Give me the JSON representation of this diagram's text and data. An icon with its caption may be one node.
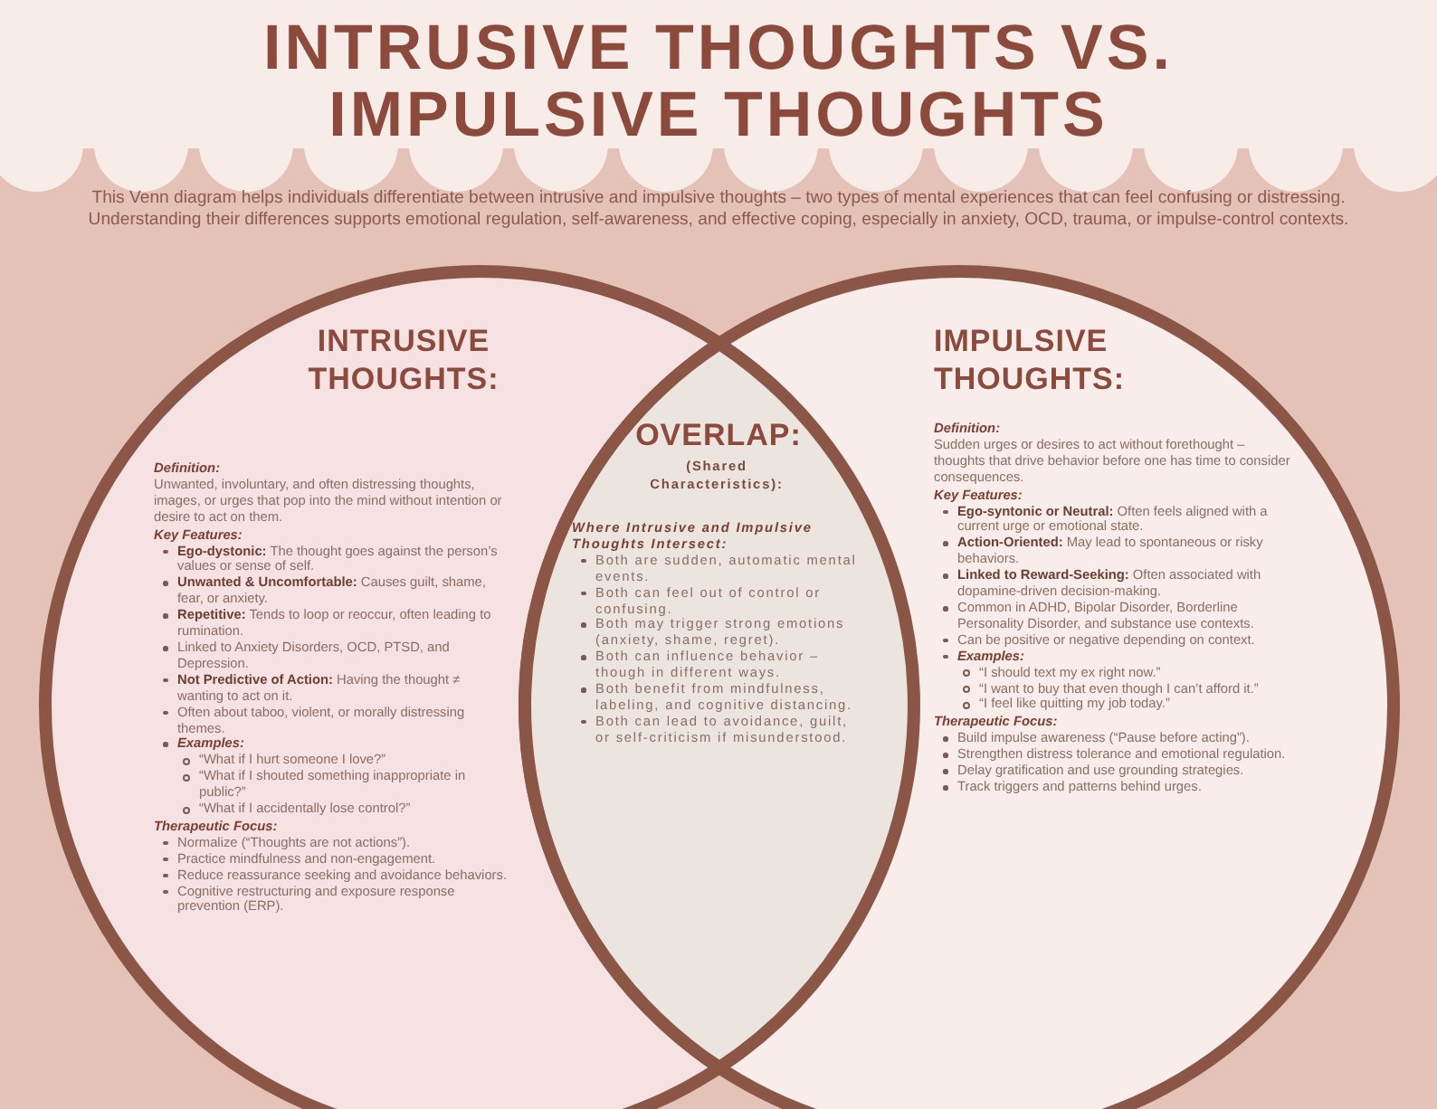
{
  "diagram": {
    "title": "INTRUSIVE THOUGHTS VS. IMPULSIVE THOUGHTS",
    "nodes": [
      {
        "text": [
          "INTRUSIVE THOUGHTS:",
          "Definition:",
          "Unwanted, involuntary, and often distressing thoughts, images, or urges that pop into the mind without intention or desire to act on them.",
          "Key Features:",
          "**Ego-dystonic:** The thought goes against the person’s values or sense of self.",
          "**Unwanted & Uncomfortable:** Causes guilt, shame, fear, or anxiety.",
          "**Repetitive:** Tends to loop or reoccur, often leading to rumination.",
          "Linked to Anxiety Disorders, OCD, PTSD, and Depression.",
          "**Not Predictive of Action:** Having the thought ≠ wanting to act on it.",
          "Often about taboo, violent, or morally distressing themes.",
          "Examples:",
          "“What if I hurt someone I love?”",
          "“What if I shouted something inappropriate in public?”",
          "“What if I accidentally lose control?”",
          "Therapeutic Focus:",
          "Normalize (“Thoughts are not actions”).",
          "Practice mindfulness and non-engagement.",
          "Reduce reassurance seeking and avoidance behaviors.",
          "Cognitive restructuring and exposure response prevention (ERP)."
        ]
      },
      {
        "text": [
          "OVERLAP:",
          "(Shared Characteristics):",
          "Where Intrusive and Impulsive Thoughts Intersect:",
          "Both are sudden, automatic mental events.",
          "Both can feel out of control or confusing.",
          "Both may trigger strong emotions (anxiety, shame, regret).",
          "Both can influence behavior – though in different ways.",
          "Both benefit from mindfulness, labeling, and cognitive distancing.",
          "Both can lead to avoidance, guilt, or self-criticism if misunderstood."
        ]
      },
      {
        "text": [
          "IMPULSIVE THOUGHTS:",
          "Definition:",
          "Sudden urges or desires to act without forethought – thoughts that drive behavior before one has time to consider consequences.",
          "Key Features:",
          "**Ego-syntonic or Neutral:** Often feels aligned with a current urge or emotional state.",
          "**Action-Oriented:** May lead to spontaneous or risky behaviors.",
          "**Linked to Reward-Seeking:** Often associated with dopamine-driven decision-making.",
          "Common in ADHD, Bipolar Disorder, Borderline Personality Disorder, and substance use contexts.",
          "Can be positive or negative depending on context.",
          "Examples:",
          "“I should text my ex right now.”",
          "“I want to buy that even though I can’t afford it.”",
          "“I feel like quitting my job today.”",
          "Therapeutic Focus:",
          "Build impulse awareness (“Pause before acting”).",
          "Strengthen distress tolerance and emotional regulation.",
          "Delay gratification and use grounding strategies.",
          "Track triggers and patterns behind urges."
        ]
      }
    ],
    "labels": [
      "This Venn diagram helps individuals differentiate between intrusive and impulsive thoughts – two types of mental experiences that can feel confusing or distressing. Understanding their differences supports emotional regulation, self-awareness, and effective coping, especially in anxiety, OCD, trauma, or impulse-control contexts."
    ]
  }
}
